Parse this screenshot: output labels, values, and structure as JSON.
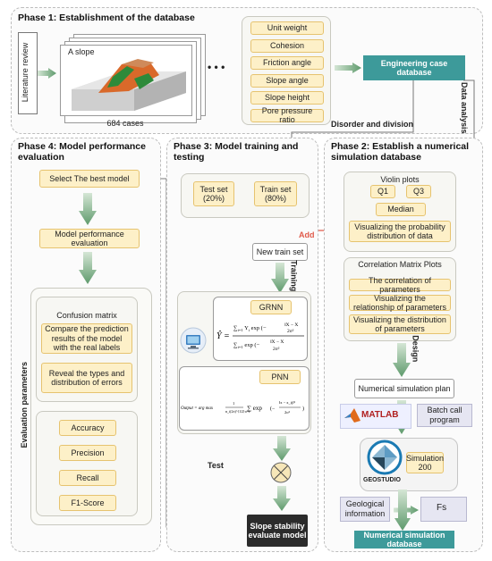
{
  "phase1": {
    "title": "Phase 1: Establishment of the database",
    "literature": "Literature review",
    "slope_label": "A slope",
    "cases": "684 cases",
    "dots": "• • •",
    "params": [
      "Unit weight",
      "Cohesion",
      "Friction angle",
      "Slope angle",
      "Slope height",
      "Pore pressure ratio"
    ],
    "case_db": "Engineering case database",
    "data_analysis": "Data analysis",
    "disorder": "Disorder and division"
  },
  "phase4": {
    "title": "Phase 4: Model performance evaluation",
    "select": "Select The best model",
    "performance": "Model performance evaluation",
    "side_label": "Evaluation parameters",
    "confusion": "Confusion matrix",
    "compare": "Compare the prediction results of the model with the real labels",
    "reveal": "Reveal the types and distribution of errors",
    "metrics": [
      "Accuracy",
      "Precision",
      "Recall",
      "F1-Score"
    ]
  },
  "phase3": {
    "title": "Phase 3: Model training and testing",
    "test_set": "Test set (20%)",
    "train_set": "Train set (80%)",
    "add": "Add",
    "new_train": "New train set",
    "training": "Training",
    "grnn": "GRNN",
    "pnn": "PNN",
    "test": "Test",
    "result": "Slope stability evaluate model"
  },
  "phase2": {
    "title": "Phase 2: Establish a numerical simulation database",
    "violin": "Violin plots",
    "q1": "Q1",
    "q3": "Q3",
    "median": "Median",
    "violin_desc": "Visualizing the probability distribution of data",
    "corr": "Correlation Matrix Plots",
    "corr_items": [
      "The correlation of parameters",
      "Visualizing the relationship of parameters",
      "Visualizing the distribution of parameters"
    ],
    "design": "Design",
    "plan": "Numerical simulation plan",
    "matlab": "MATLAB",
    "batch": "Batch call program",
    "geostudio": "GEOSTUDIO",
    "simulation": "Simulation 200",
    "geo_info": "Geological information",
    "fs": "Fs",
    "num_db": "Numerical simulation database"
  },
  "colors": {
    "teal": "#3d9a9a",
    "yellow": "#fdf0c8",
    "red": "#e05a4a",
    "orange": "#f0a070",
    "green_arrow": "#6fa27a"
  }
}
